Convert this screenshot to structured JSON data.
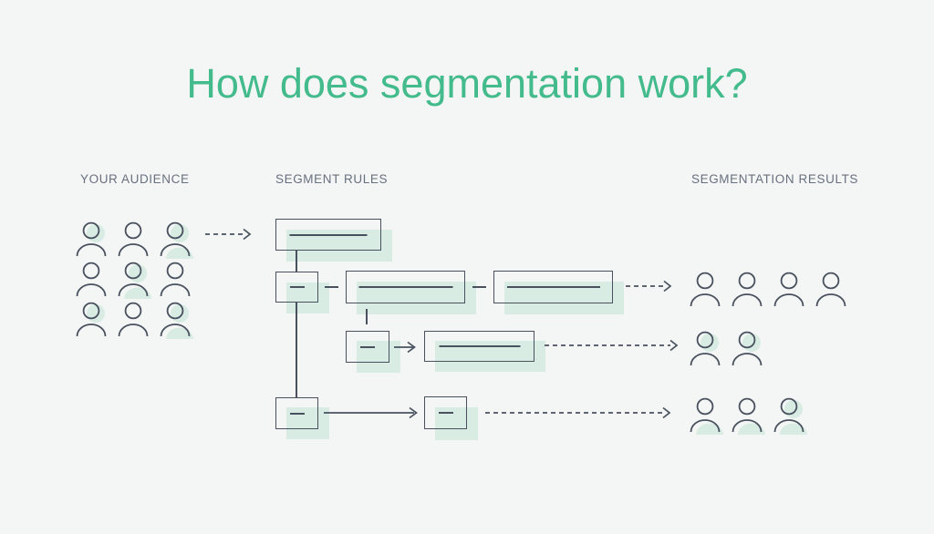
{
  "title": "How does segmentation work?",
  "labels": {
    "audience": "YOUR AUDIENCE",
    "rules": "SEGMENT RULES",
    "results": "SEGMENTATION RESULTS"
  },
  "colors": {
    "title_green": "#43bb8c",
    "line_dark": "#49515f",
    "mint": "#d8ece3",
    "background": "#f4f6f5",
    "label_gray": "#687080"
  },
  "audience": {
    "rows": [
      [
        "head",
        "none",
        "both"
      ],
      [
        "none",
        "both",
        "none"
      ],
      [
        "head",
        "none",
        "both"
      ]
    ]
  },
  "results": {
    "rows": [
      [
        "none",
        "none",
        "none",
        "none"
      ],
      [
        "head",
        "head"
      ],
      [
        "body",
        "body",
        "both"
      ]
    ]
  }
}
